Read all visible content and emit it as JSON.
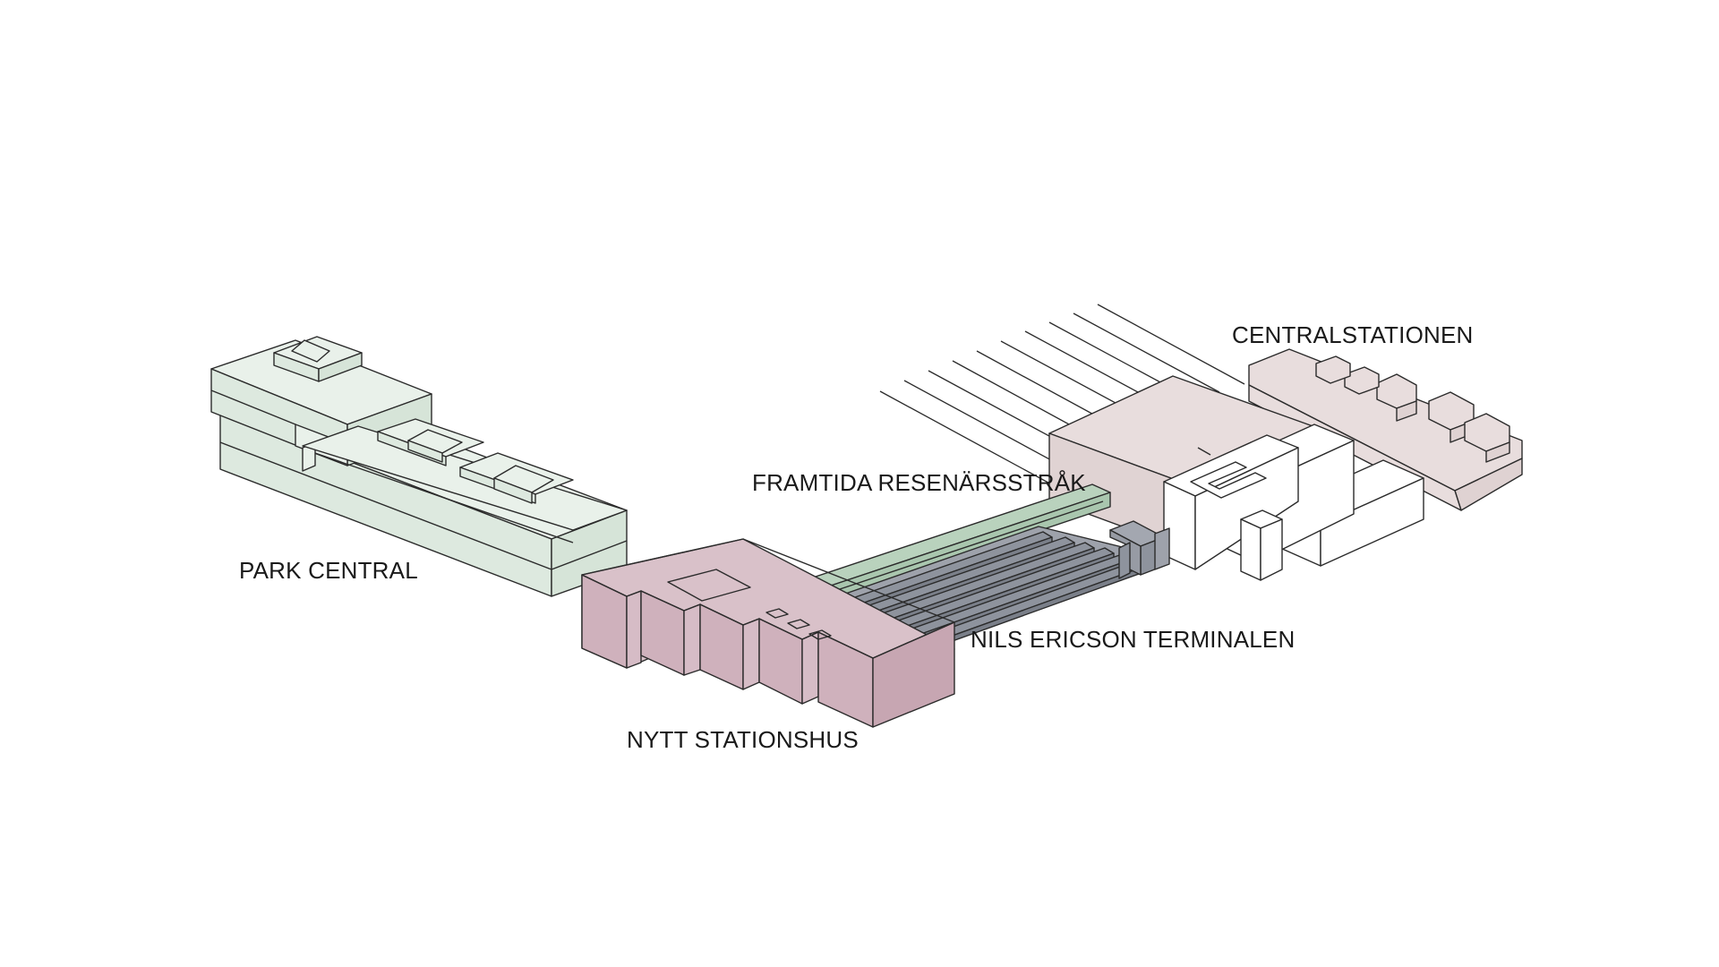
{
  "labels": {
    "park_central": "PARK CENTRAL",
    "nytt_stationshus": "NYTT STATIONSHUS",
    "framtida_resenarsstrak": "FRAMTIDA RESENÄRSSTRÅK",
    "nils_ericson_terminalen": "NILS ERICSON TERMINALEN",
    "centralstationen": "CENTRALSTATIONEN"
  },
  "colors": {
    "park_central_top": "#e9f1ea",
    "park_central_side": "#dde9df",
    "nytt_stationshus_top": "#d9c1c9",
    "nytt_stationshus_side": "#cfb1bc",
    "resenarsstrak": "#b9d2bd",
    "resenarsstrak_side": "#a9c6ae",
    "terminal_gray": "#8e939d",
    "terminal_gray_dark": "#7a7f89",
    "centralstationen_fill": "#e8dddd",
    "centralstationen_side": "#dfd2d2",
    "white_block": "#ffffff",
    "outline": "#2b2b2b"
  }
}
